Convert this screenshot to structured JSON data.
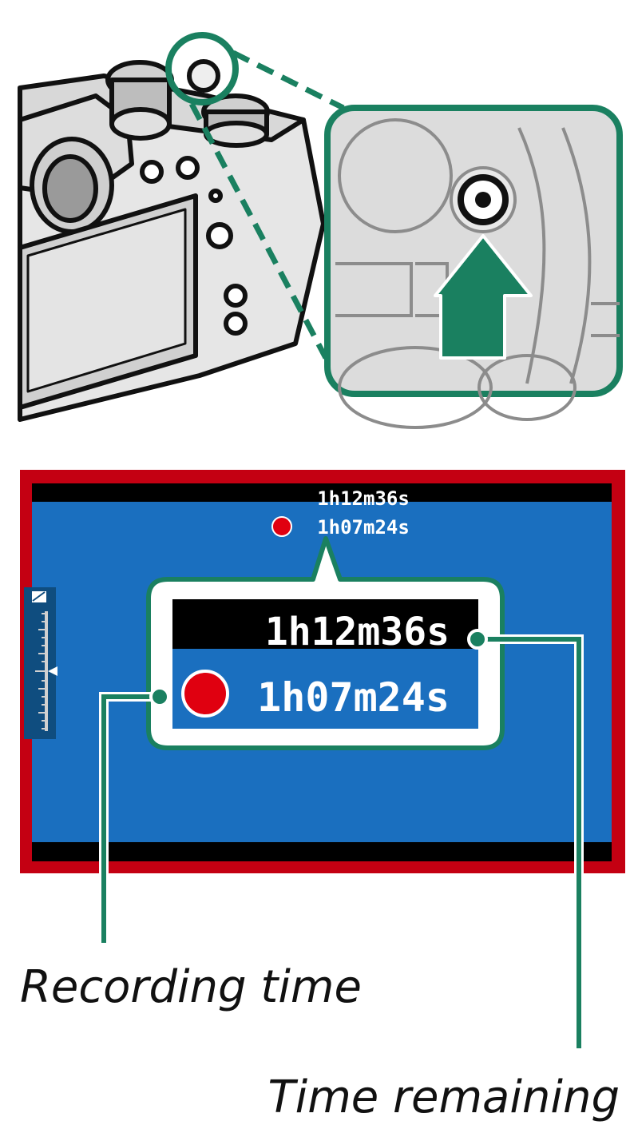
{
  "colors": {
    "accent_green": "#1a8060",
    "screen_blue": "#1a6fbf",
    "screen_border_red": "#c40012",
    "record_dot_red": "#e00010",
    "letterbox_black": "#000000",
    "camera_outline": "#111111"
  },
  "icons": {
    "record_button": "record-button-icon",
    "press_arrow": "press-arrow-icon",
    "record_dot": "record-dot-icon",
    "exposure_comp": "exposure-compensation-icon"
  },
  "screen": {
    "time_remaining": "1h12m36s",
    "recording_time": "1h07m24s"
  },
  "callout": {
    "time_remaining": "1h12m36s",
    "recording_time": "1h07m24s"
  },
  "labels": {
    "recording_time": "Recording time",
    "time_remaining": "Time remaining"
  }
}
